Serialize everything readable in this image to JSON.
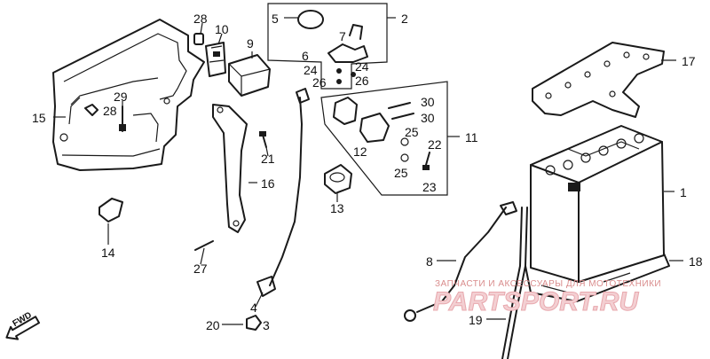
{
  "callouts": {
    "n1": "1",
    "n2": "2",
    "n3": "3",
    "n4": "4",
    "n5": "5",
    "n6": "6",
    "n7": "7",
    "n8": "8",
    "n9": "9",
    "n10": "10",
    "n11": "11",
    "n12": "12",
    "n13": "13",
    "n14": "14",
    "n15": "15",
    "n16": "16",
    "n17": "17",
    "n18": "18",
    "n19": "19",
    "n20": "20",
    "n21": "21",
    "n22": "22",
    "n23": "23",
    "n24a": "24",
    "n24b": "24",
    "n25a": "25",
    "n25b": "25",
    "n26a": "26",
    "n26b": "26",
    "n27": "27",
    "n28a": "28",
    "n28b": "28",
    "n29": "29",
    "n30a": "30",
    "n30b": "30"
  },
  "direction_marker": "FWD",
  "watermark": {
    "tagline": "ЗАПЧАСТИ И АКСЕССУАРЫ ДЛЯ МОТОТЕХНИКИ",
    "logo": "PARTSPORT.RU"
  },
  "colors": {
    "ink": "#1a1a1a",
    "watermark": "#e8a8ae"
  }
}
